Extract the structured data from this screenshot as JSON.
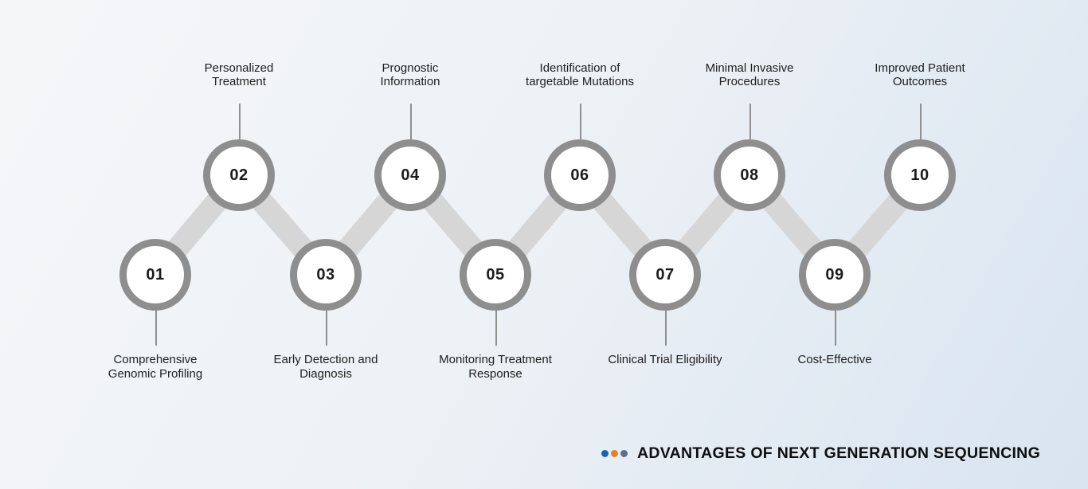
{
  "title": "ADVANTAGES OF NEXT GENERATION SEQUENCING",
  "title_dots": [
    "#1b62b5",
    "#e8821d",
    "#5b7083"
  ],
  "steps": [
    {
      "number": "01",
      "label": "Comprehensive\nGenomic Profiling"
    },
    {
      "number": "02",
      "label": "Personalized\nTreatment"
    },
    {
      "number": "03",
      "label": "Early Detection and\nDiagnosis"
    },
    {
      "number": "04",
      "label": "Prognostic\nInformation"
    },
    {
      "number": "05",
      "label": "Monitoring Treatment\nResponse"
    },
    {
      "number": "06",
      "label": "Identification of\ntargetable Mutations"
    },
    {
      "number": "07",
      "label": "Clinical Trial Eligibility"
    },
    {
      "number": "08",
      "label": "Minimal Invasive\nProcedures"
    },
    {
      "number": "09",
      "label": "Cost-Effective"
    },
    {
      "number": "10",
      "label": "Improved Patient\nOutcomes"
    }
  ]
}
